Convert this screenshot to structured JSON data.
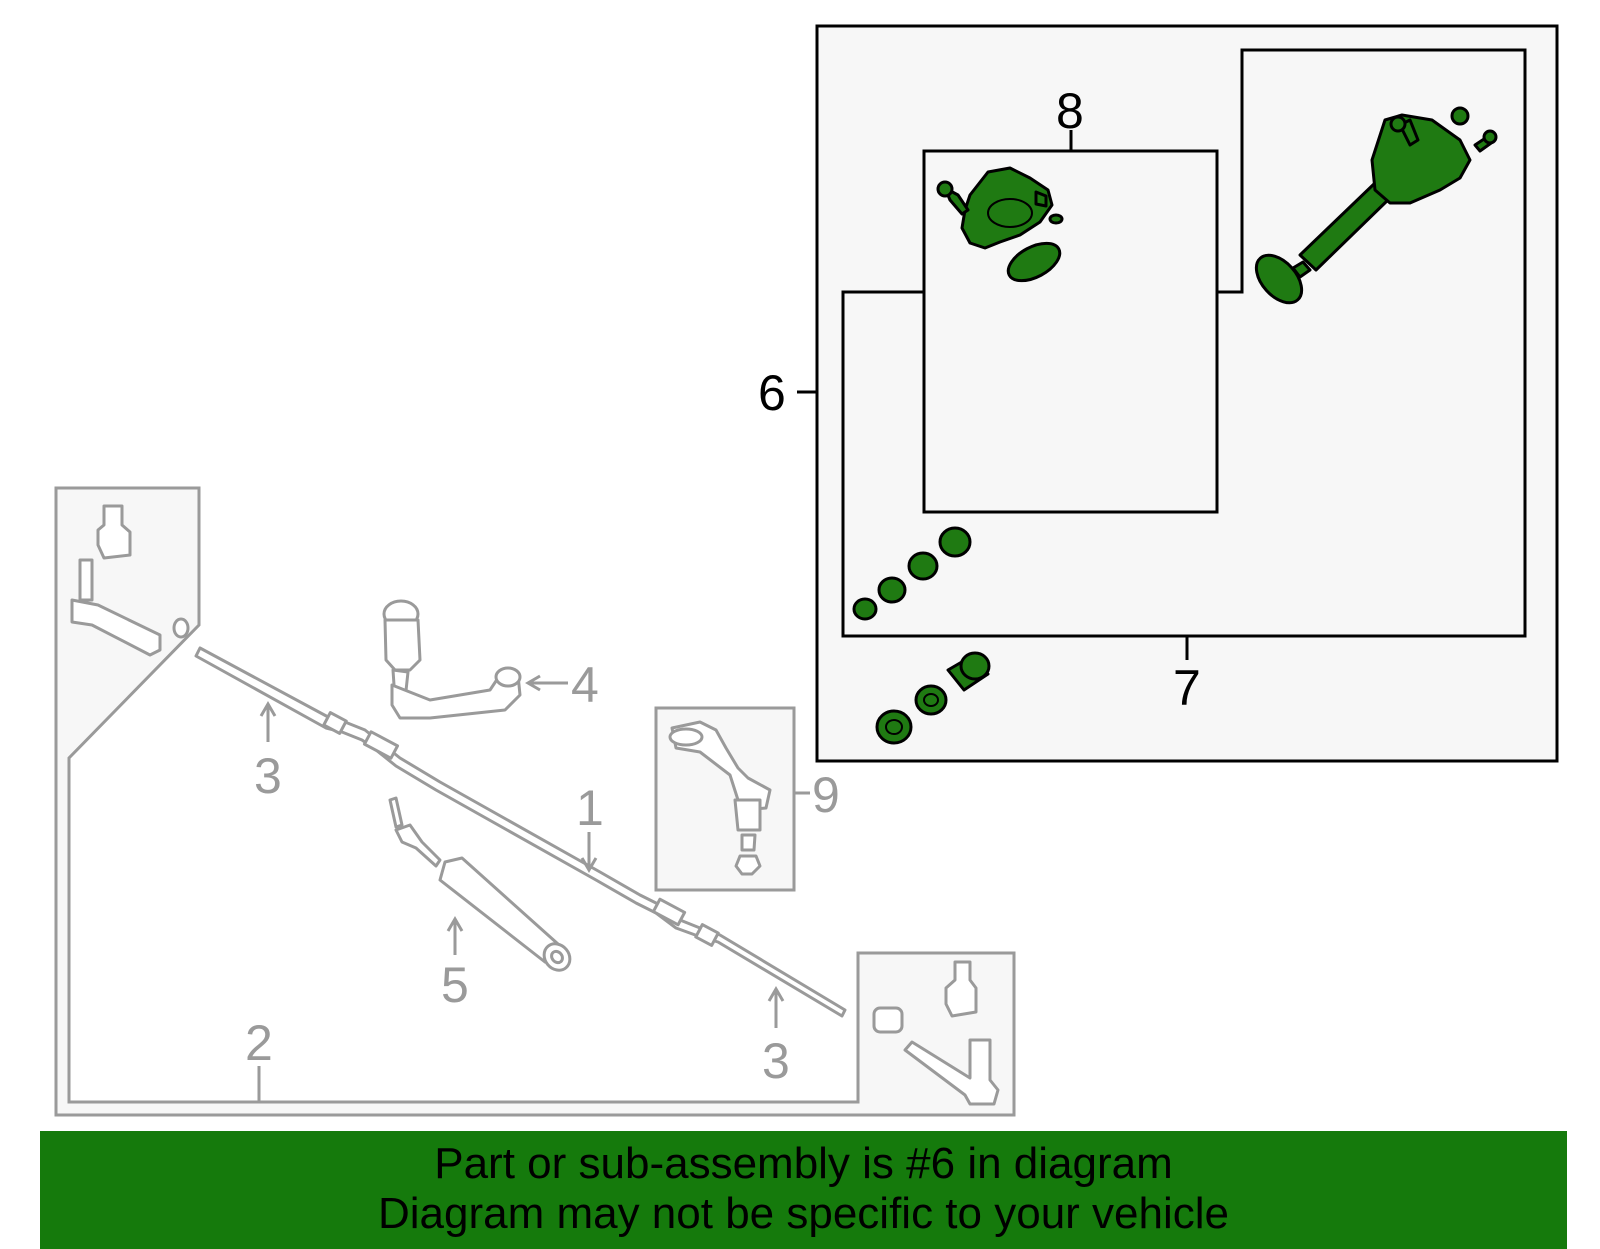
{
  "callouts": {
    "c1": "1",
    "c2": "2",
    "c3a": "3",
    "c3b": "3",
    "c4": "4",
    "c5": "5",
    "c6": "6",
    "c7": "7",
    "c8": "8",
    "c9": "9"
  },
  "banner": {
    "line1": "Part or sub-assembly is #6 in diagram",
    "line2": "Diagram may not be specific to your vehicle"
  },
  "colors": {
    "highlight_green": "#1f7a12",
    "banner_green": "#157a0c",
    "inactive_gray": "#9a9a9a",
    "panel_fill": "#f7f7f7"
  }
}
